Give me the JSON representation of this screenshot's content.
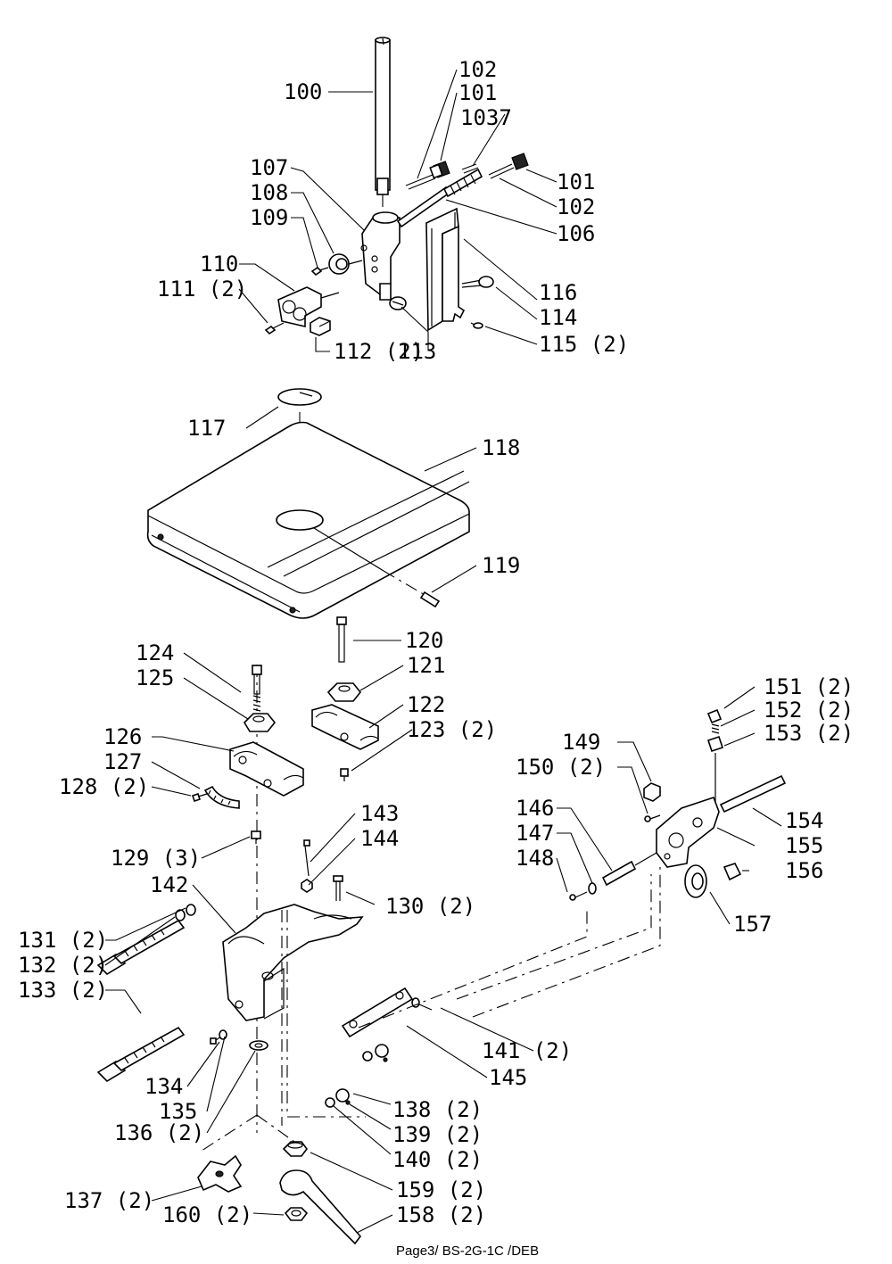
{
  "footer": "Page3/ BS-2G-1C  /DEB",
  "labels": {
    "l100": "100",
    "l101a": "101",
    "l102a": "102",
    "l1037": "1037",
    "l101b": "101",
    "l102b": "102",
    "l106": "106",
    "l107": "107",
    "l108": "108",
    "l109": "109",
    "l110": "110",
    "l111": "111 (2)",
    "l112": "112 (2)",
    "l113": "113",
    "l114": "114",
    "l115": "115 (2)",
    "l116": "116",
    "l117": "117",
    "l118": "118",
    "l119": "119",
    "l120": "120",
    "l121": "121",
    "l122": "122",
    "l123": "123 (2)",
    "l124": "124",
    "l125": "125",
    "l126": "126",
    "l127": "127",
    "l128": "128 (2)",
    "l129": "129 (3)",
    "l130": "130 (2)",
    "l131": "131 (2)",
    "l132": "132 (2)",
    "l133": "133 (2)",
    "l134": "134",
    "l135": "135",
    "l136": "136 (2)",
    "l137": "137 (2)",
    "l138": "138 (2)",
    "l139": "139 (2)",
    "l140": "140 (2)",
    "l141": "141 (2)",
    "l142": "142",
    "l143": "143",
    "l144": "144",
    "l145": "145",
    "l146": "146",
    "l147": "147",
    "l148": "148",
    "l149": "149",
    "l150": "150 (2)",
    "l151": "151 (2)",
    "l152": "152 (2)",
    "l153": "153 (2)",
    "l154": "154",
    "l155": "155",
    "l156": "156",
    "l157": "157",
    "l158": "158 (2)",
    "l159": "159 (2)",
    "l160": "160 (2)"
  }
}
